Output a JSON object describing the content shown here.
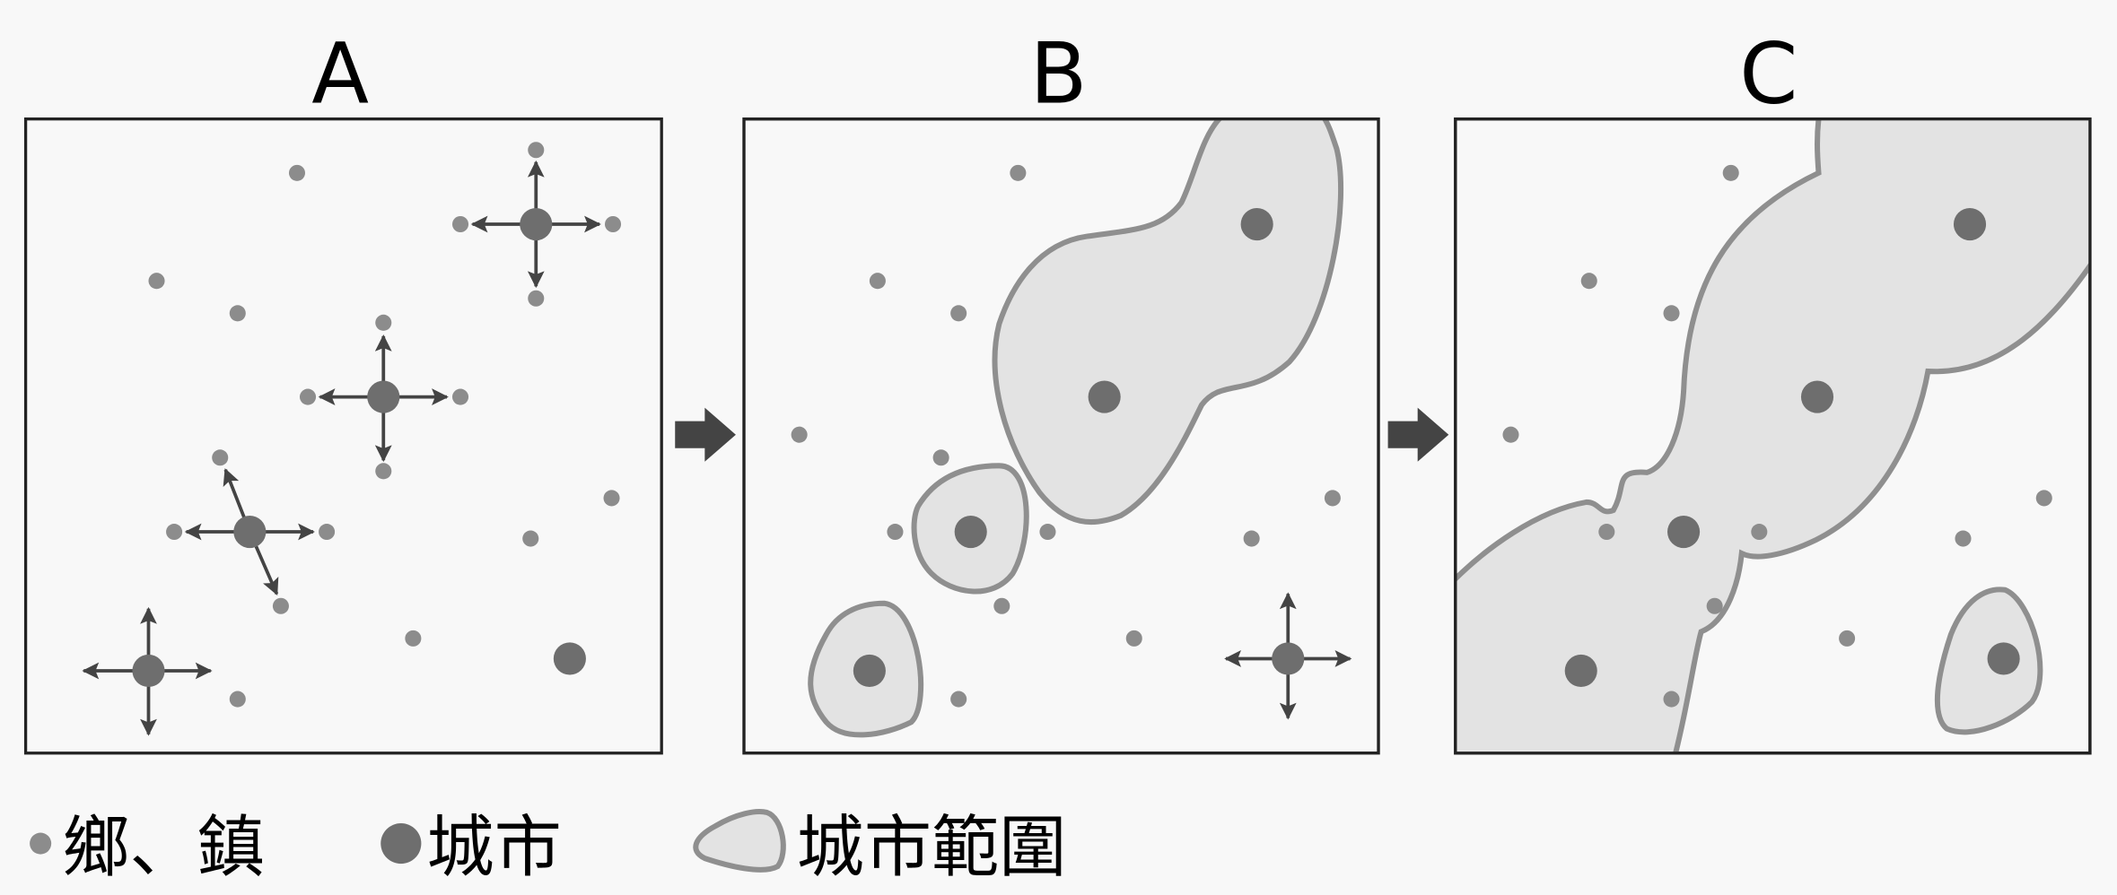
{
  "panels": [
    {
      "label": "A"
    },
    {
      "label": "B"
    },
    {
      "label": "C"
    }
  ],
  "legend": {
    "town": "鄉、鎮",
    "city": "城市",
    "city_area": "城市範圍"
  },
  "colors": {
    "town": "#8c8c8c",
    "city": "#6e6e6e",
    "city_area_fill": "#e3e3e3",
    "city_area_stroke": "#8f8f8f",
    "arrow": "#444444"
  }
}
